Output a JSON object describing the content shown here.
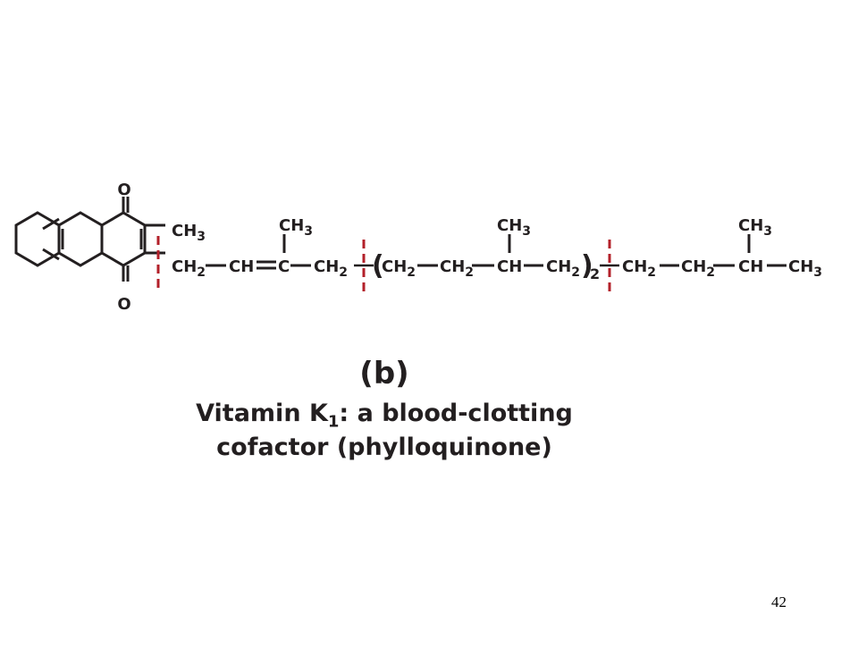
{
  "molecule": {
    "ring_oxygen_top": "O",
    "ring_oxygen_bottom": "O",
    "ring_methyl": "CH3",
    "chain_tokens": [
      "CH2",
      "CH",
      "C",
      "CH2",
      "CH2",
      "CH2",
      "CH",
      "CH2",
      "CH2",
      "CH2",
      "CH",
      "CH3"
    ],
    "branch_methyls": [
      "CH3",
      "CH3",
      "CH3"
    ],
    "repeat_open": "(",
    "repeat_close": ")",
    "repeat_count": "2",
    "cut_marker_color": "#b3202a"
  },
  "caption": {
    "panel": "(b)",
    "title_prefix": "Vitamin K",
    "title_subscript": "1",
    "title_suffix": ": a blood-clotting",
    "line2": "cofactor (phylloquinone)"
  },
  "slide_number": "42"
}
